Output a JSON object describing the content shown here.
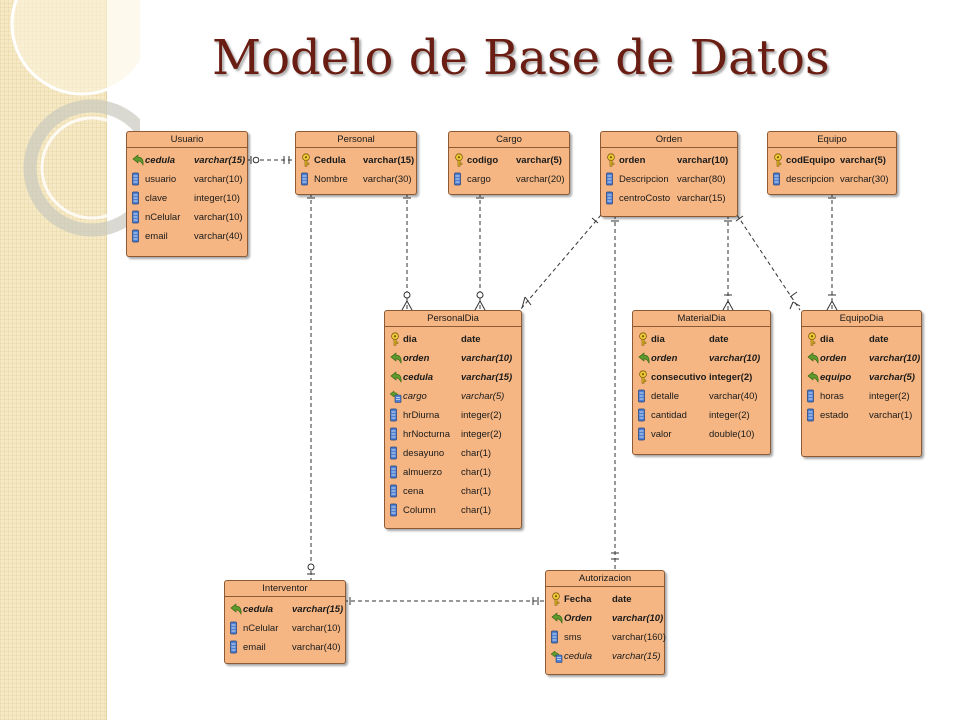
{
  "slide": {
    "title": "Modelo de Base de Datos"
  },
  "entities": {
    "usuario": {
      "name": "Usuario",
      "columns": [
        {
          "name": "cedula",
          "type": "varchar(15)",
          "key": "pkfk"
        },
        {
          "name": "usuario",
          "type": "varchar(10)",
          "key": "none"
        },
        {
          "name": "clave",
          "type": "integer(10)",
          "key": "none"
        },
        {
          "name": "nCelular",
          "type": "varchar(10)",
          "key": "none"
        },
        {
          "name": "email",
          "type": "varchar(40)",
          "key": "none"
        }
      ]
    },
    "personal": {
      "name": "Personal",
      "columns": [
        {
          "name": "Cedula",
          "type": "varchar(15)",
          "key": "pk"
        },
        {
          "name": "Nombre",
          "type": "varchar(30)",
          "key": "none"
        }
      ]
    },
    "cargo": {
      "name": "Cargo",
      "columns": [
        {
          "name": "codigo",
          "type": "varchar(5)",
          "key": "pk"
        },
        {
          "name": "cargo",
          "type": "varchar(20)",
          "key": "none"
        }
      ]
    },
    "orden": {
      "name": "Orden",
      "columns": [
        {
          "name": "orden",
          "type": "varchar(10)",
          "key": "pk"
        },
        {
          "name": "Descripcion",
          "type": "varchar(80)",
          "key": "none"
        },
        {
          "name": "centroCosto",
          "type": "varchar(15)",
          "key": "none"
        }
      ]
    },
    "equipo": {
      "name": "Equipo",
      "columns": [
        {
          "name": "codEquipo",
          "type": "varchar(5)",
          "key": "pk"
        },
        {
          "name": "descripcion",
          "type": "varchar(30)",
          "key": "none"
        }
      ]
    },
    "personaldia": {
      "name": "PersonalDia",
      "columns": [
        {
          "name": "dia",
          "type": "date",
          "key": "pk"
        },
        {
          "name": "orden",
          "type": "varchar(10)",
          "key": "pkfk"
        },
        {
          "name": "cedula",
          "type": "varchar(15)",
          "key": "pkfk"
        },
        {
          "name": "cargo",
          "type": "varchar(5)",
          "key": "fk"
        },
        {
          "name": "hrDiurna",
          "type": "integer(2)",
          "key": "none"
        },
        {
          "name": "hrNocturna",
          "type": "integer(2)",
          "key": "none"
        },
        {
          "name": "desayuno",
          "type": "char(1)",
          "key": "none"
        },
        {
          "name": "almuerzo",
          "type": "char(1)",
          "key": "none"
        },
        {
          "name": "cena",
          "type": "char(1)",
          "key": "none"
        },
        {
          "name": "Column",
          "type": "char(1)",
          "key": "none"
        }
      ]
    },
    "materialdia": {
      "name": "MaterialDia",
      "columns": [
        {
          "name": "dia",
          "type": "date",
          "key": "pk"
        },
        {
          "name": "orden",
          "type": "varchar(10)",
          "key": "pkfk"
        },
        {
          "name": "consecutivo",
          "type": "integer(2)",
          "key": "pk"
        },
        {
          "name": "detalle",
          "type": "varchar(40)",
          "key": "none"
        },
        {
          "name": "cantidad",
          "type": "integer(2)",
          "key": "none"
        },
        {
          "name": "valor",
          "type": "double(10)",
          "key": "none"
        }
      ]
    },
    "equipodia": {
      "name": "EquipoDia",
      "columns": [
        {
          "name": "dia",
          "type": "date",
          "key": "pk"
        },
        {
          "name": "orden",
          "type": "varchar(10)",
          "key": "pkfk"
        },
        {
          "name": "equipo",
          "type": "varchar(5)",
          "key": "pkfk"
        },
        {
          "name": "horas",
          "type": "integer(2)",
          "key": "none"
        },
        {
          "name": "estado",
          "type": "varchar(1)",
          "key": "none"
        }
      ]
    },
    "interventor": {
      "name": "Interventor",
      "columns": [
        {
          "name": "cedula",
          "type": "varchar(15)",
          "key": "pkfk"
        },
        {
          "name": "nCelular",
          "type": "varchar(10)",
          "key": "none"
        },
        {
          "name": "email",
          "type": "varchar(40)",
          "key": "none"
        }
      ]
    },
    "autorizacion": {
      "name": "Autorizacion",
      "columns": [
        {
          "name": "Fecha",
          "type": "date",
          "key": "pk"
        },
        {
          "name": "Orden",
          "type": "varchar(10)",
          "key": "pkfk"
        },
        {
          "name": "sms",
          "type": "varchar(160)",
          "key": "none"
        },
        {
          "name": "cedula",
          "type": "varchar(15)",
          "key": "fk"
        }
      ]
    }
  },
  "colors": {
    "title": "#6a1d12",
    "entity_fill": "#f5b683",
    "entity_border": "#8c5a34",
    "connector": "#333333"
  }
}
